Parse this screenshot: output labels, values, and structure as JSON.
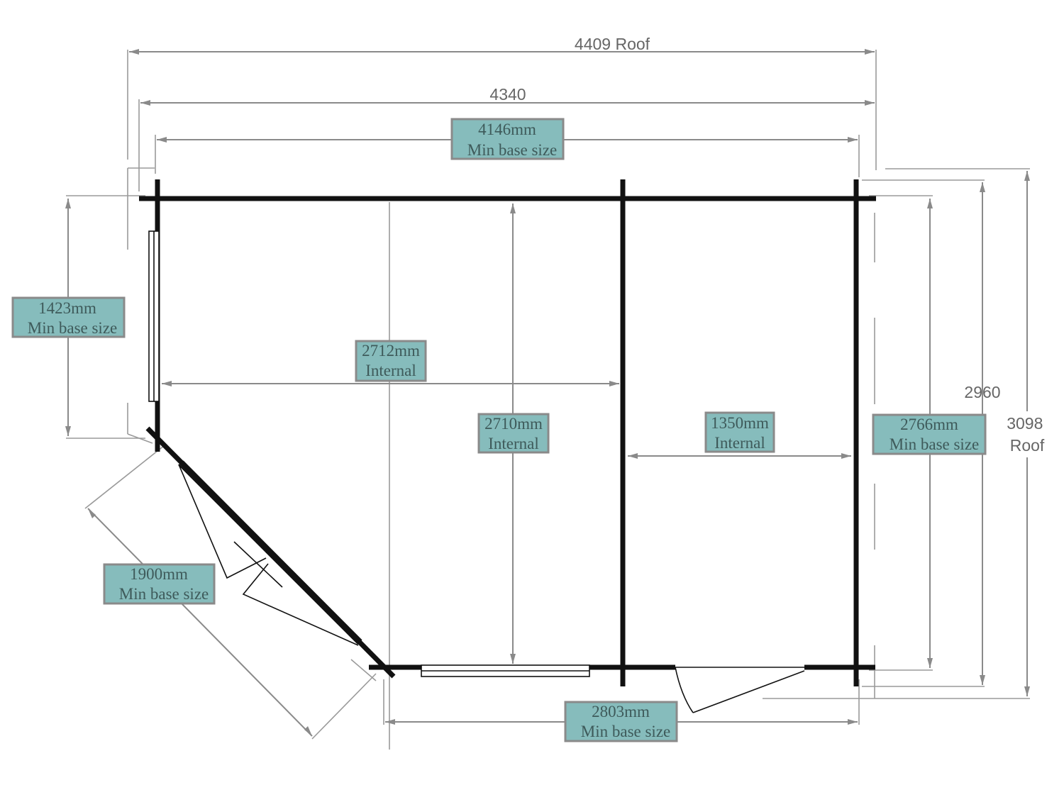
{
  "dimensions": {
    "roof_width": "4409 Roof",
    "overall_width": "4340",
    "overall_depth": "2960",
    "roof_depth": {
      "line1": "3098",
      "line2": "Roof"
    }
  },
  "labels": {
    "top_base": {
      "line1": "4146mm",
      "line2": "Min base size"
    },
    "left_base": {
      "line1": "1423mm",
      "line2": "Min base size"
    },
    "main_internal_width": {
      "line1": "2712mm",
      "line2": "Internal"
    },
    "internal_depth": {
      "line1": "2710mm",
      "line2": "Internal"
    },
    "side_internal_width": {
      "line1": "1350mm",
      "line2": "Internal"
    },
    "right_base": {
      "line1": "2766mm",
      "line2": "Min base size"
    },
    "corner_base": {
      "line1": "1900mm",
      "line2": "Min base size"
    },
    "bottom_base": {
      "line1": "2803mm",
      "line2": "Min base size"
    }
  },
  "colors": {
    "label_fill": "#86bcbc",
    "label_text": "#3e5a5a",
    "dimension_line": "#8a8a8a",
    "wall": "#111111"
  }
}
